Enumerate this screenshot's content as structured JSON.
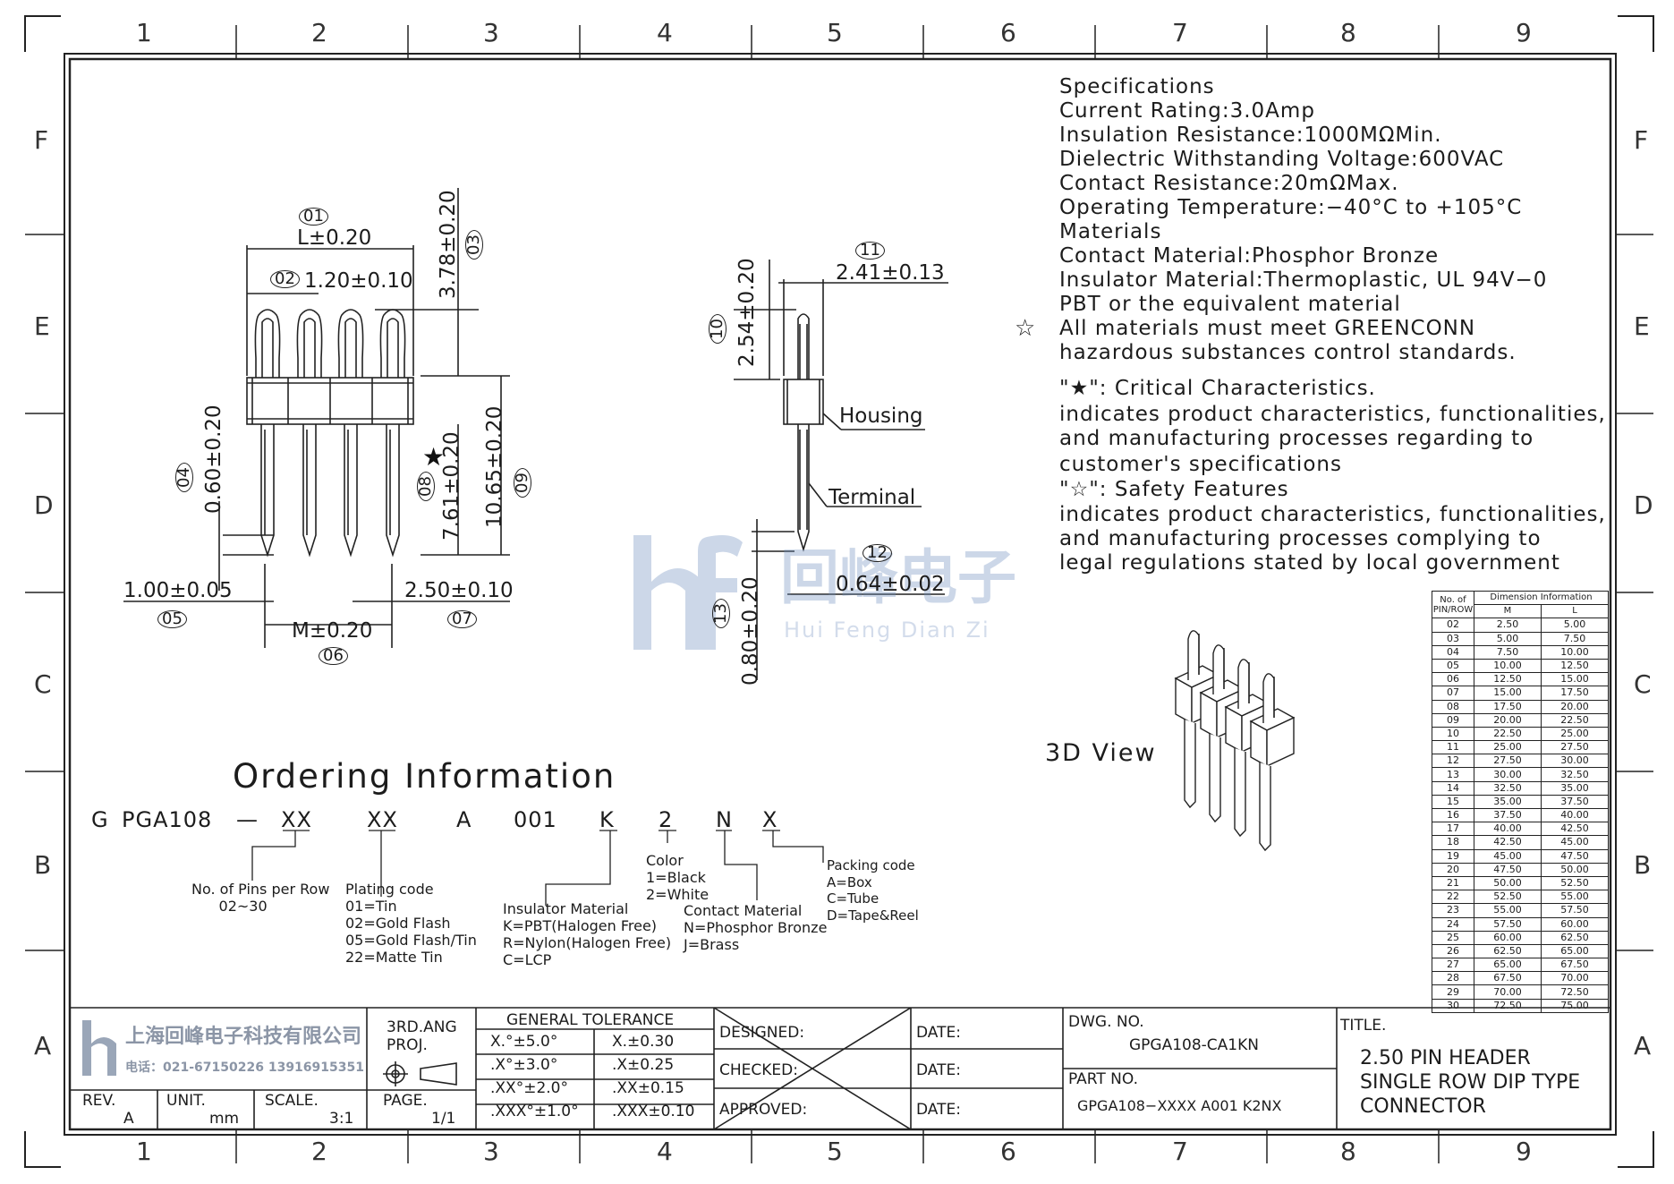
{
  "frame": {
    "col_numbers": [
      "1",
      "2",
      "3",
      "4",
      "5",
      "6",
      "7",
      "8",
      "9"
    ],
    "row_letters": [
      "F",
      "E",
      "D",
      "C",
      "B",
      "A"
    ]
  },
  "specifications": {
    "heading": "Specifications",
    "current_rating": "Current Rating:3.0Amp",
    "insulation_resistance": "Insulation Resistance:1000MΩMin.",
    "dielectric": "Dielectric Withstanding Voltage:600VAC",
    "contact_resistance": "Contact Resistance:20mΩMax.",
    "operating_temp": "Operating Temperature:−40°C to +105°C",
    "materials_heading": "Materials",
    "contact_material": "Contact Material:Phosphor Bronze",
    "insulator_material": "Insulator Material:Thermoplastic, UL 94V−0",
    "insulator_material_2": "PBT or the equivalent material",
    "all_materials": "All materials must meet GREENCONN",
    "all_materials_2": "hazardous substances control standards.",
    "critical_title": "\"★\": Critical Characteristics.",
    "critical_1": "indicates product characteristics, functionalities,",
    "critical_2": "and manufacturing processes regarding to",
    "critical_3": "customer's specifications",
    "safety_title": "\"☆\": Safety Features",
    "safety_1": "indicates product characteristics, functionalities,",
    "safety_2": "and manufacturing processes complying to",
    "safety_3": "legal regulations stated by local government",
    "hollow_star": "☆"
  },
  "front_view": {
    "d01": "01",
    "d01_text": "L±0.20",
    "d02": "02",
    "d02_text": "1.20±0.10",
    "d03": "03",
    "d03_text": "3.78±0.20",
    "d04": "04",
    "d04_text": "0.60±0.20",
    "d05": "05",
    "d05_text": "1.00±0.05",
    "d06": "06",
    "d06_text": "M±0.20",
    "d07": "07",
    "d07_text": "2.50±0.10",
    "d08": "08",
    "d08_text": "7.61±0.20",
    "d09": "09",
    "d09_text": "10.65±0.20",
    "star": "★"
  },
  "side_view": {
    "d10": "10",
    "d10_text": "2.54±0.20",
    "d11": "11",
    "d11_text": "2.41±0.13",
    "d12": "12",
    "d12_text": "0.64±0.02",
    "d13": "13",
    "d13_text": "0.80±0.20",
    "housing": "Housing",
    "terminal": "Terminal"
  },
  "watermark": {
    "cn": "回峰电子",
    "en": "Hui Feng Dian Zi"
  },
  "three_d_label": "3D View",
  "ordering": {
    "title": "Ordering Information",
    "code_parts": [
      "G",
      "PGA108",
      "—",
      "XX",
      "XX",
      "A",
      "001",
      "K",
      "2",
      "N",
      "X"
    ],
    "pins_label": "No. of Pins per Row\n      02~30",
    "plating": "Plating code\n01=Tin\n02=Gold Flash\n05=Gold Flash/Tin\n22=Matte Tin",
    "insulator": "Insulator Material\nK=PBT(Halogen Free)\nR=Nylon(Halogen Free)\nC=LCP",
    "color": "Color\n1=Black\n2=White",
    "contact": "Contact Material\nN=Phosphor Bronze\nJ=Brass",
    "packing": "Packing code\nA=Box\nC=Tube\nD=Tape&Reel"
  },
  "dim_table": {
    "h_no": "No. of\nPIN/ROW",
    "h_dim": "Dimension Information",
    "h_m": "M",
    "h_l": "L",
    "rows": [
      [
        "02",
        "2.50",
        "5.00"
      ],
      [
        "03",
        "5.00",
        "7.50"
      ],
      [
        "04",
        "7.50",
        "10.00"
      ],
      [
        "05",
        "10.00",
        "12.50"
      ],
      [
        "06",
        "12.50",
        "15.00"
      ],
      [
        "07",
        "15.00",
        "17.50"
      ],
      [
        "08",
        "17.50",
        "20.00"
      ],
      [
        "09",
        "20.00",
        "22.50"
      ],
      [
        "10",
        "22.50",
        "25.00"
      ],
      [
        "11",
        "25.00",
        "27.50"
      ],
      [
        "12",
        "27.50",
        "30.00"
      ],
      [
        "13",
        "30.00",
        "32.50"
      ],
      [
        "14",
        "32.50",
        "35.00"
      ],
      [
        "15",
        "35.00",
        "37.50"
      ],
      [
        "16",
        "37.50",
        "40.00"
      ],
      [
        "17",
        "40.00",
        "42.50"
      ],
      [
        "18",
        "42.50",
        "45.00"
      ],
      [
        "19",
        "45.00",
        "47.50"
      ],
      [
        "20",
        "47.50",
        "50.00"
      ],
      [
        "21",
        "50.00",
        "52.50"
      ],
      [
        "22",
        "52.50",
        "55.00"
      ],
      [
        "23",
        "55.00",
        "57.50"
      ],
      [
        "24",
        "57.50",
        "60.00"
      ],
      [
        "25",
        "60.00",
        "62.50"
      ],
      [
        "26",
        "62.50",
        "65.00"
      ],
      [
        "27",
        "65.00",
        "67.50"
      ],
      [
        "28",
        "67.50",
        "70.00"
      ],
      [
        "29",
        "70.00",
        "72.50"
      ],
      [
        "30",
        "72.50",
        "75.00"
      ]
    ]
  },
  "title_block": {
    "company": "上海回峰电子科技有限公司",
    "phone": "电话：021-67150226  13916915351",
    "projection_1": "3RD.ANG",
    "projection_2": "PROJ.",
    "tolerance_title": "GENERAL  TOLERANCE",
    "tol_rows": [
      [
        "X.°±5.0°",
        "X.±0.30"
      ],
      [
        ".X°±3.0°",
        ".X±0.25"
      ],
      [
        ".XX°±2.0°",
        ".XX±0.15"
      ],
      [
        ".XXX°±1.0°",
        ".XXX±0.10"
      ]
    ],
    "rev_label": "REV.",
    "rev_value": "A",
    "unit_label": "UNIT.",
    "unit_value": "mm",
    "scale_label": "SCALE.",
    "scale_value": "3:1",
    "page_label": "PAGE.",
    "page_value": "1/1",
    "designed": "DESIGNED:",
    "checked": "CHECKED:",
    "approved": "APPROVED:",
    "date": "DATE:",
    "dwg_label": "DWG. NO.",
    "dwg_value": "GPGA108-CA1KN",
    "part_label": "PART NO.",
    "part_value": "GPGA108−XXXX  A001  K2NX",
    "title_label": "TITLE.",
    "title_1": "2.50  PIN  HEADER",
    "title_2": "SINGLE  ROW  DIP  TYPE",
    "title_3": "CONNECTOR"
  }
}
